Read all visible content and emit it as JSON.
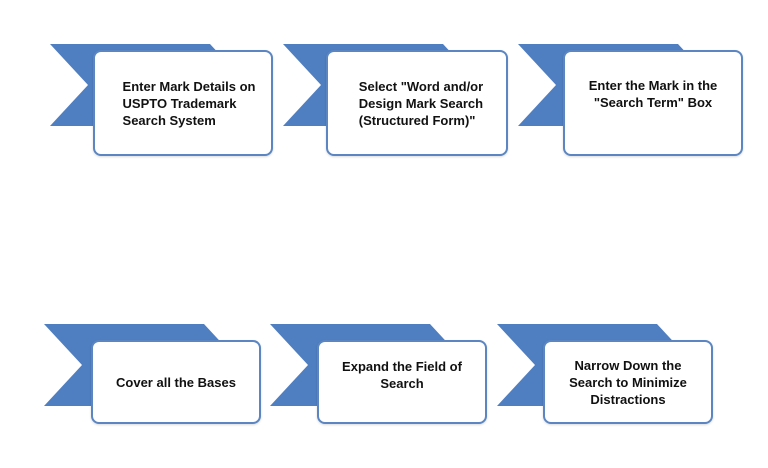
{
  "diagram": {
    "colors": {
      "chevron": "#4f7fc1",
      "box_border": "#5b86c2",
      "text": "#111111"
    },
    "steps": [
      {
        "label": "Enter Mark Details on\nUSPTO Trademark\nSearch System"
      },
      {
        "label": "Select \"Word and/or\nDesign Mark Search\n(Structured  Form)\""
      },
      {
        "label": "Enter the Mark in the\n\"Search Term\" Box"
      },
      {
        "label": "Cover all the Bases"
      },
      {
        "label": "Expand the Field of\nSearch"
      },
      {
        "label": "Narrow Down the\nSearch to Minimize\nDistractions"
      }
    ]
  }
}
